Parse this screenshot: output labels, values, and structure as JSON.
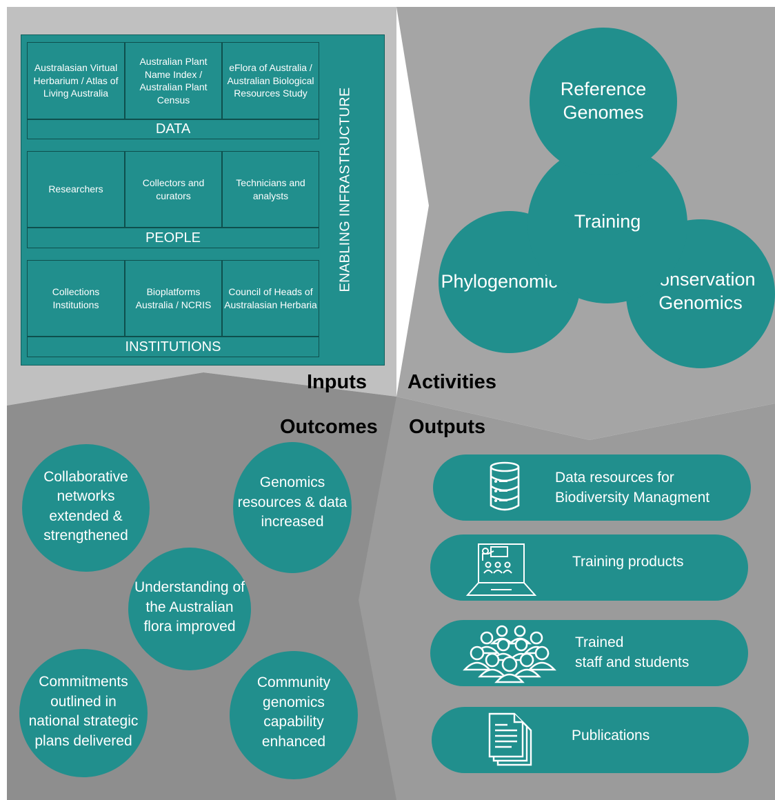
{
  "inputs": {
    "vertical_label": "ENABLING INFRASTRUCTURE",
    "data": {
      "title": "DATA",
      "cells": [
        "Australasian Virtual Herbarium / Atlas of Living Australia",
        "Australian Plant Name Index / Australian Plant Census",
        "eFlora of Australia / Australian Biological Resources Study"
      ]
    },
    "people": {
      "title": "PEOPLE",
      "cells": [
        "Researchers",
        "Collectors and curators",
        "Technicians and analysts"
      ]
    },
    "institutions": {
      "title": "INSTITUTIONS",
      "cells": [
        "Collections Institutions",
        "Bioplatforms Australia / NCRIS",
        "Council of Heads of Australasian Herbaria"
      ]
    }
  },
  "headings": {
    "inputs": "Inputs",
    "activities": "Activities",
    "outcomes": "Outcomes",
    "outputs": "Outputs"
  },
  "activities": {
    "reference": "Reference Genomes",
    "training": "Training",
    "phylogenomics": "Phylogenomics",
    "conservation": "Conservation Genomics"
  },
  "outcomes": {
    "collaborative": "Collaborative networks extended & strengthened",
    "genomics": "Genomics resources & data increased",
    "understanding": "Understanding of the Australian flora improved",
    "commitments": "Commitments outlined in national strategic plans delivered",
    "community": "Community genomics capability enhanced"
  },
  "outputs": {
    "data_resources": "Data resources for\nBiodiversity Managment",
    "training_products": "Training products",
    "trained": "Trained\nstaff and students",
    "publications": "Publications"
  },
  "icons": {
    "data_resources": "database-icon",
    "training_products": "laptop-presentation-icon",
    "trained": "group-of-people-icon",
    "publications": "documents-icon"
  },
  "colors": {
    "teal": "#218f8d",
    "panel_light": "#c0c0c0",
    "panel_mid": "#a5a5a5",
    "panel_dark": "#8e8e8e",
    "panel_mid2": "#9b9b9b"
  }
}
